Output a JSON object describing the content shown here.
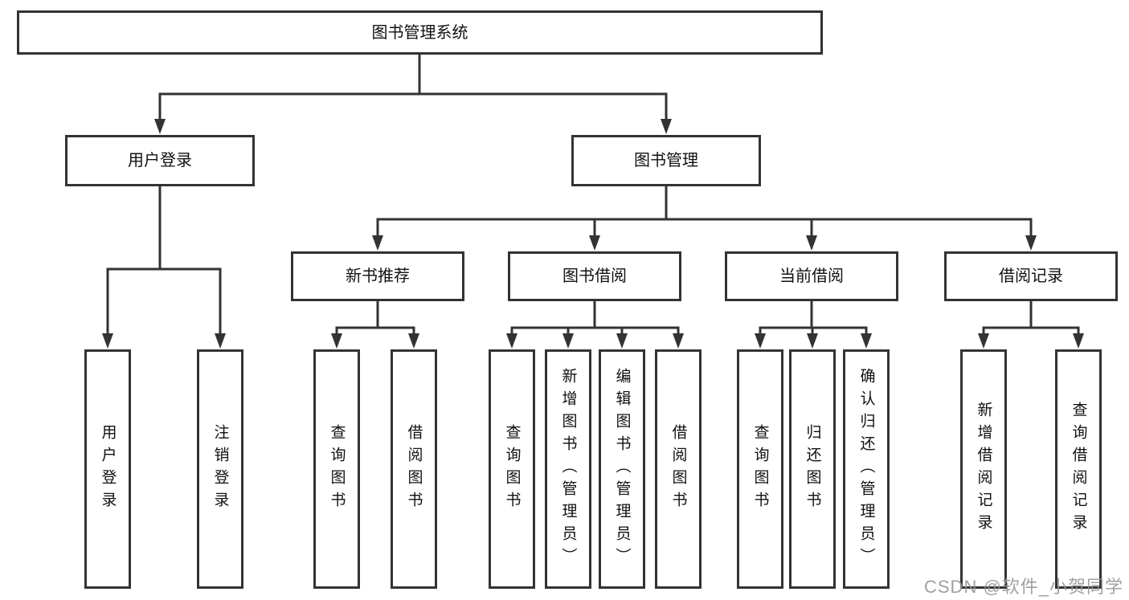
{
  "colors": {
    "line": "#333333",
    "border": "#333333",
    "text": "#111111",
    "watermark": "#969696",
    "background": "#ffffff"
  },
  "watermark": {
    "text": "CSDN @软件_小贺同学"
  },
  "tree": {
    "root": "图书管理系统",
    "branches": [
      {
        "label": "用户登录",
        "children": [
          "用户登录",
          "注销登录"
        ]
      },
      {
        "label": "图书管理",
        "groups": [
          {
            "label": "新书推荐",
            "children": [
              "查询图书",
              "借阅图书"
            ]
          },
          {
            "label": "图书借阅",
            "children": [
              "查询图书",
              "新增图书（管理员）",
              "编辑图书（管理员）",
              "借阅图书"
            ]
          },
          {
            "label": "当前借阅",
            "children": [
              "查询图书",
              "归还图书",
              "确认归还（管理员）"
            ]
          },
          {
            "label": "借阅记录",
            "children": [
              "新增借阅记录",
              "查询借阅记录"
            ]
          }
        ]
      }
    ]
  }
}
